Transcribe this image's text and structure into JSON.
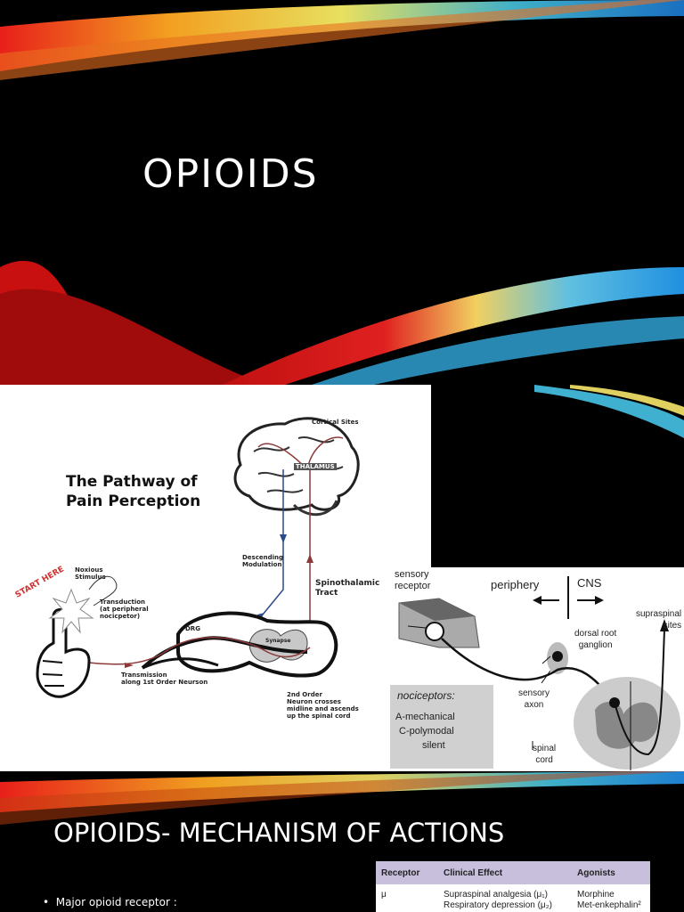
{
  "slide1": {
    "title": "OPIOIDS"
  },
  "slide2": {
    "pathway_title_line1": "The Pathway of",
    "pathway_title_line2": "Pain Perception",
    "labels": {
      "cortical": "Cortical Sites",
      "thalamus": "THALAMUS",
      "descending1": "Descending",
      "descending2": "Modulation",
      "spino1": "Spinothalamic",
      "spino2": "Tract",
      "start": "START HERE",
      "noxious1": "Noxious",
      "noxious2": "Stimulus",
      "trans1": "Transduction",
      "trans2": "(at peripheral",
      "trans3": "nocicpetor)",
      "drg": "DRG",
      "synapse": "Synapse",
      "transmission1": "Transmission",
      "transmission2": "along 1st Order Neurson",
      "second1": "2nd Order",
      "second2": "Neuron crosses",
      "second3": "midline and ascends",
      "second4": "up the spinal cord"
    },
    "right": {
      "sensory": "sensory",
      "receptor": "receptor",
      "periphery": "periphery",
      "cns": "CNS",
      "supraspinal1": "supraspinal",
      "supraspinal2": "sites",
      "dorsal1": "dorsal root",
      "dorsal2": "ganglion",
      "nociceptors": "nociceptors:",
      "a_mech": "A-mechanical",
      "c_poly": "C-polymodal",
      "silent": "silent",
      "sens_axon1": "sensory",
      "sens_axon2": "axon",
      "spinal1": "spinal",
      "spinal2": "cord"
    }
  },
  "slide3": {
    "title": "OPIOIDS- MECHANISM OF ACTIONS",
    "bullet": "Major opioid receptor :",
    "table": {
      "headers": [
        "Receptor",
        "Clinical Effect",
        "Agonists"
      ],
      "row1": {
        "receptor": "μ",
        "effect1": "Supraspinal analgesia (μ₁)",
        "effect2": "Respiratory depression (μ₂)",
        "agonist1": "Morphine",
        "agonist2": "Met-enkephalin²"
      }
    }
  }
}
